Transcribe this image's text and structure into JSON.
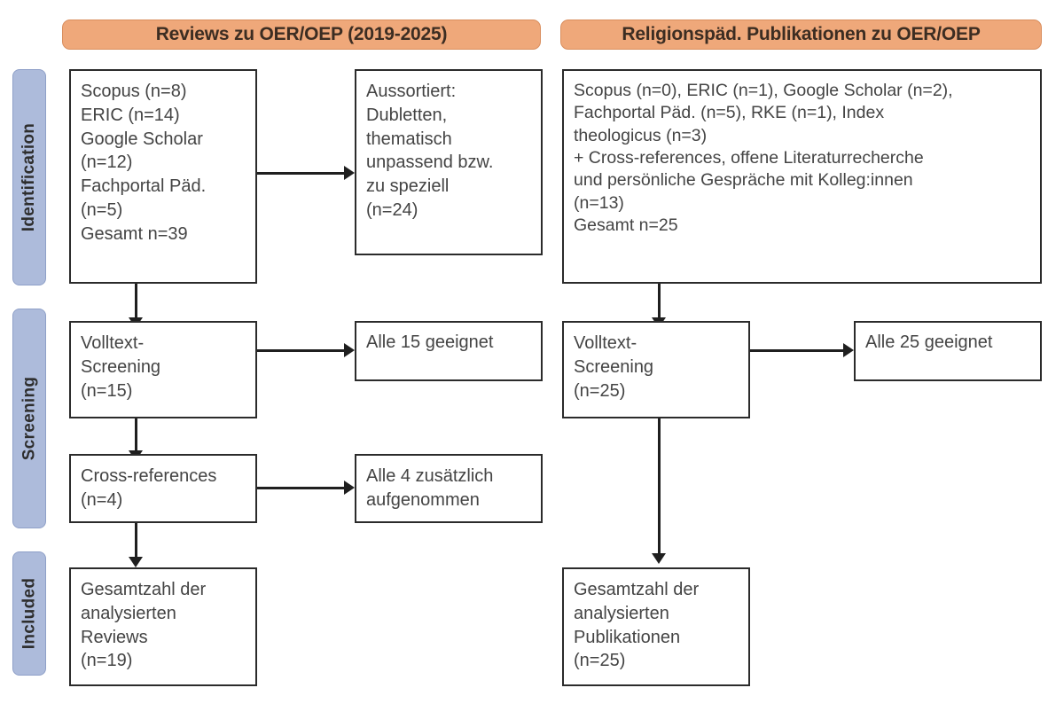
{
  "headers": {
    "left": "Reviews zu OER/OEP (2019-2025)",
    "right": "Religionspäd. Publikationen zu OER/OEP"
  },
  "stages": [
    {
      "label": "Identification"
    },
    {
      "label": "Screening"
    },
    {
      "label": "Included"
    }
  ],
  "colors": {
    "header_fill": "#efa87a",
    "header_border": "#d98e5e",
    "stage_fill": "#adbbdb",
    "stage_border": "#8fa0c8",
    "box_border": "#2b2b2b",
    "box_fill": "#ffffff",
    "connector": "#1f1f1f",
    "text": "#444444"
  },
  "boxes": {
    "left_identification": "Scopus (n=8)\nERIC (n=14)\nGoogle Scholar\n(n=12)\nFachportal Päd.\n(n=5)\nGesamt n=39",
    "left_excluded": "Aussortiert:\nDubletten,\nthematisch\nunpassend bzw.\nzu speziell\n(n=24)",
    "right_identification": "Scopus (n=0), ERIC (n=1), Google Scholar (n=2),\nFachportal Päd. (n=5), RKE (n=1), Index\ntheologicus (n=3)\n+ Cross-references, offene Literaturrecherche\nund persönliche Gespräche mit Kolleg:innen\n(n=13)\nGesamt n=25",
    "left_screening": "Volltext-\nScreening\n(n=15)",
    "left_screening_result": "Alle 15 geeignet",
    "right_screening": "Volltext-\nScreening\n(n=25)",
    "right_screening_result": "Alle 25 geeignet",
    "left_crossrefs": "Cross-references\n(n=4)",
    "left_crossrefs_result": "Alle 4 zusätzlich\naufgenommen",
    "left_included": "Gesamtzahl der\nanalysierten\nReviews\n(n=19)",
    "right_included": "Gesamtzahl der\nanalysierten\nPublikationen\n(n=25)"
  },
  "chart_data": {
    "type": "diagram",
    "title": "PRISMA-style literature selection flow",
    "columns": [
      {
        "name": "Reviews zu OER/OEP (2019-2025)",
        "total_identified": 39,
        "screened": 15,
        "cross_references": 4,
        "included": 19
      },
      {
        "name": "Religionspäd. Publikationen zu OER/OEP",
        "total_identified": 25,
        "screened": 25,
        "included": 25
      }
    ],
    "left_sources": [
      {
        "source": "Scopus",
        "n": 8
      },
      {
        "source": "ERIC",
        "n": 14
      },
      {
        "source": "Google Scholar",
        "n": 12
      },
      {
        "source": "Fachportal Päd.",
        "n": 5
      }
    ],
    "left_excluded_n": 24,
    "right_sources": [
      {
        "source": "Scopus",
        "n": 0
      },
      {
        "source": "ERIC",
        "n": 1
      },
      {
        "source": "Google Scholar",
        "n": 2
      },
      {
        "source": "Fachportal Päd.",
        "n": 5
      },
      {
        "source": "RKE",
        "n": 1
      },
      {
        "source": "Index theologicus",
        "n": 3
      },
      {
        "source": "Cross-references, offene Literaturrecherche und persönliche Gespräche mit Kolleg:innen",
        "n": 13
      }
    ],
    "stages": [
      "Identification",
      "Screening",
      "Included"
    ]
  }
}
